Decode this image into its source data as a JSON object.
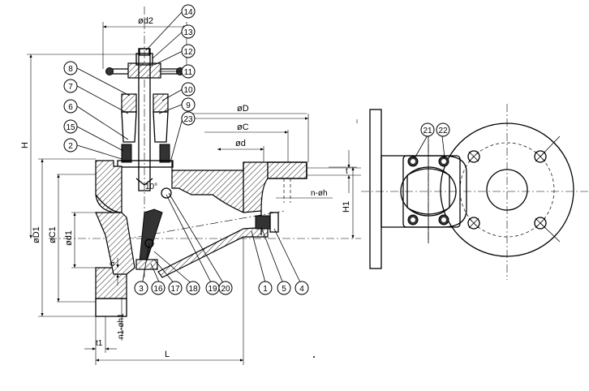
{
  "dimensions": {
    "d2": "ød2",
    "H": "H",
    "D1": "øD1",
    "C1": "øC1",
    "d1": "ød1",
    "D": "øD",
    "C": "øC",
    "d": "ød",
    "t": "t",
    "n_h": "n-øh",
    "H1": "H1",
    "a": "a",
    "t1": "t1",
    "n1_h1": "n1-øh1",
    "L": "L",
    "angle": "10°"
  },
  "part_numbers": {
    "p1": "1",
    "p2": "2",
    "p3": "3",
    "p4": "4",
    "p5": "5",
    "p6": "6",
    "p7": "7",
    "p8": "8",
    "p9": "9",
    "p10": "10",
    "p11": "11",
    "p12": "12",
    "p13": "13",
    "p14": "14",
    "p15": "15",
    "p16": "16",
    "p17": "17",
    "p18": "18",
    "p19": "19",
    "p20": "20",
    "p21": "21",
    "p22": "22",
    "p23": "23"
  }
}
